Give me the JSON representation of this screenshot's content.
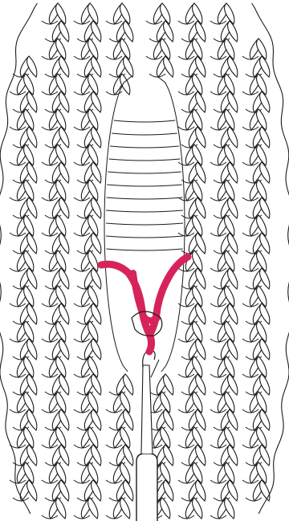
{
  "diagram": {
    "subject": "knitting-stitch-repair-illustration",
    "colors": {
      "background": "#ffffff",
      "outline": "#1a1a1a",
      "highlight_yarn": "#d6245a"
    },
    "elements": {
      "fabric": "stockinette-knit-fabric",
      "ladder": "dropped-stitch-ladder",
      "highlighted_loop": "picked-up-loop",
      "tool": "latch-hook"
    }
  }
}
